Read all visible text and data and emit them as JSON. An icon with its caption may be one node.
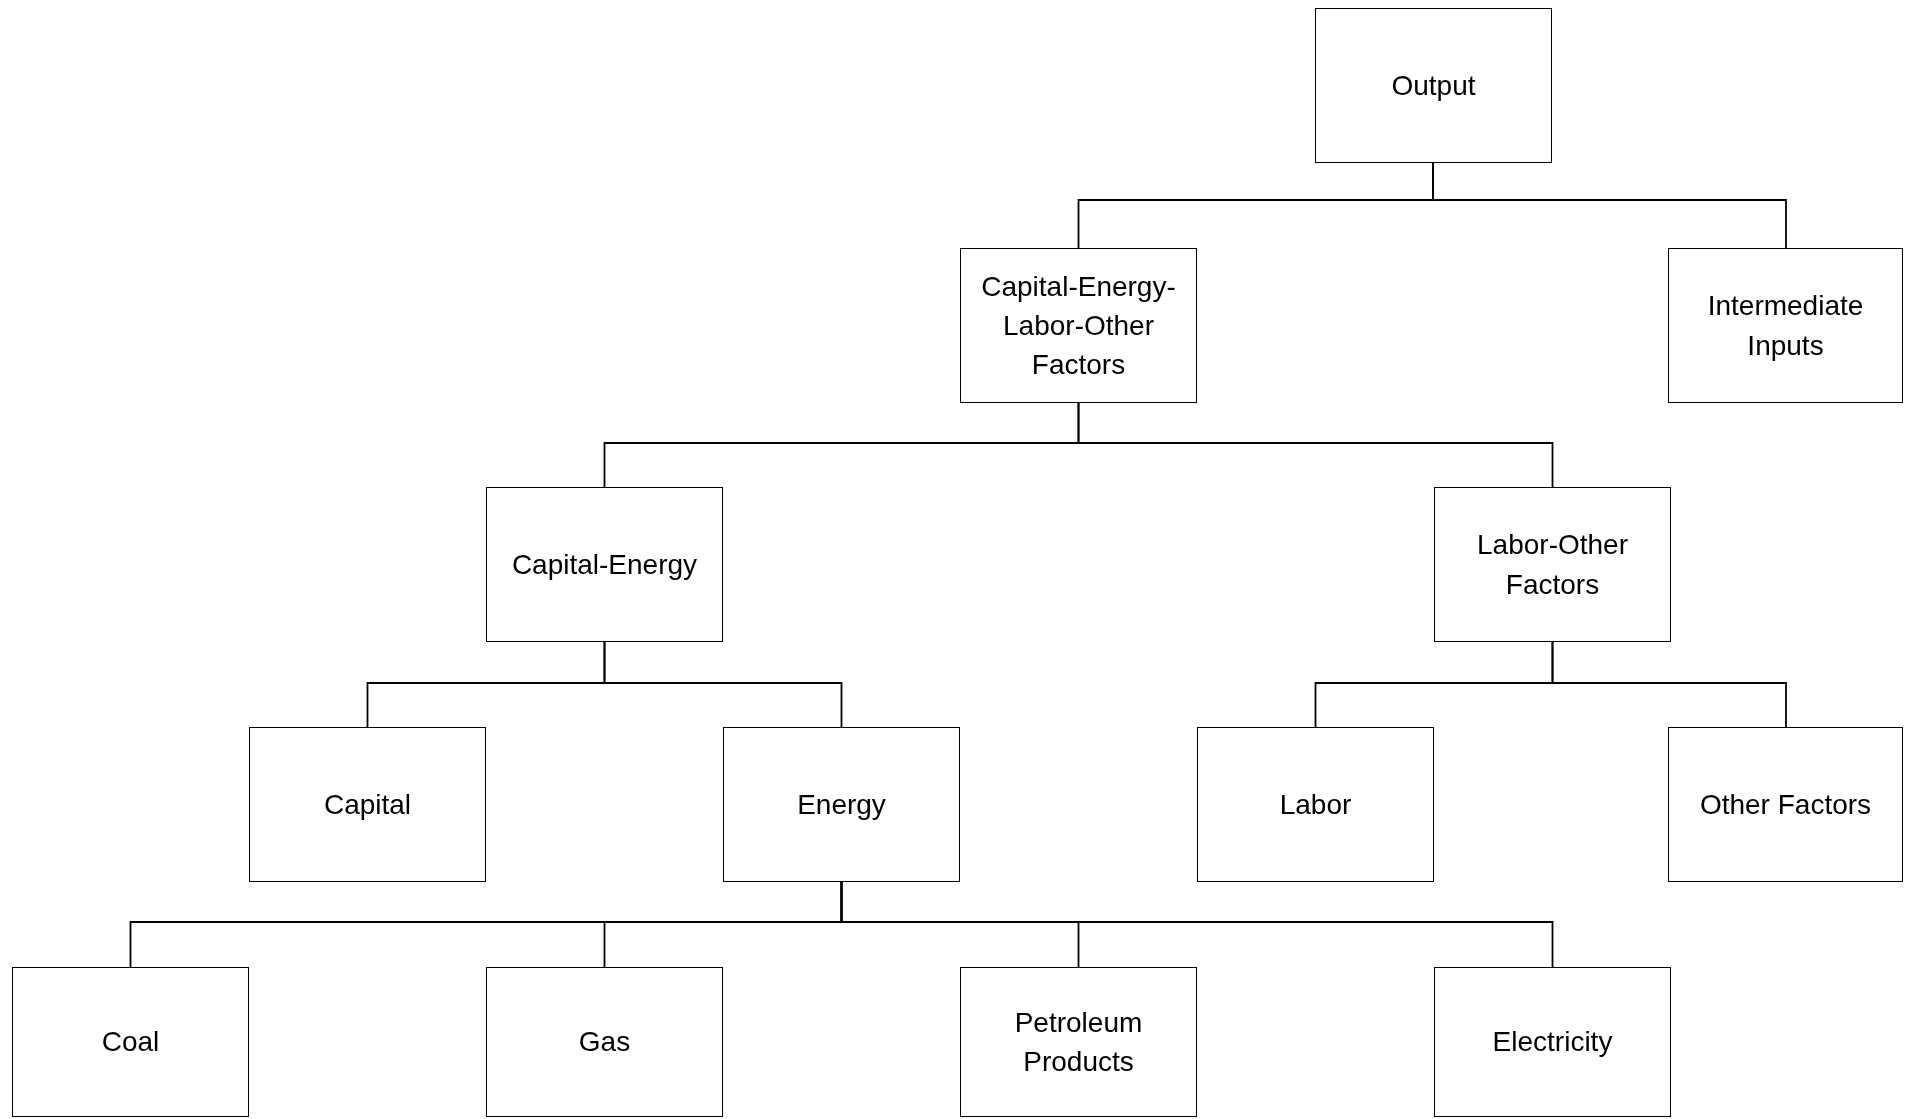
{
  "diagram": {
    "nodes": [
      {
        "text": [
          "Output"
        ]
      },
      {
        "text": [
          "Capital-Energy-Labor-Other Factors"
        ]
      },
      {
        "text": [
          "Intermediate Inputs"
        ]
      },
      {
        "text": [
          "Capital-Energy"
        ]
      },
      {
        "text": [
          "Labor-Other Factors"
        ]
      },
      {
        "text": [
          "Capital"
        ]
      },
      {
        "text": [
          "Energy"
        ]
      },
      {
        "text": [
          "Labor"
        ]
      },
      {
        "text": [
          "Other Factors"
        ]
      },
      {
        "text": [
          "Coal"
        ]
      },
      {
        "text": [
          "Gas"
        ]
      },
      {
        "text": [
          "Petroleum Products"
        ]
      },
      {
        "text": [
          "Electricity"
        ]
      }
    ],
    "edges": [
      {
        "from": 0,
        "to": 1,
        "arrow": "none"
      },
      {
        "from": 0,
        "to": 2,
        "arrow": "none"
      },
      {
        "from": 1,
        "to": 3,
        "arrow": "none"
      },
      {
        "from": 1,
        "to": 4,
        "arrow": "none"
      },
      {
        "from": 3,
        "to": 5,
        "arrow": "none"
      },
      {
        "from": 3,
        "to": 6,
        "arrow": "none"
      },
      {
        "from": 4,
        "to": 7,
        "arrow": "none"
      },
      {
        "from": 4,
        "to": 8,
        "arrow": "none"
      },
      {
        "from": 6,
        "to": 9,
        "arrow": "none"
      },
      {
        "from": 6,
        "to": 10,
        "arrow": "none"
      },
      {
        "from": 6,
        "to": 11,
        "arrow": "none"
      },
      {
        "from": 6,
        "to": 12,
        "arrow": "none"
      }
    ]
  }
}
